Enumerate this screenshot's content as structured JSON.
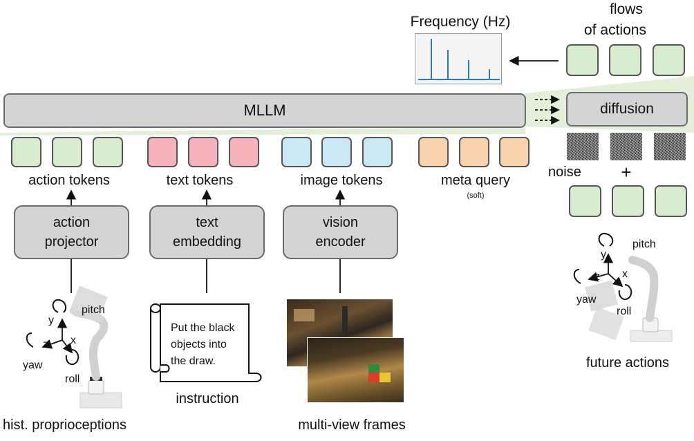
{
  "mllm": {
    "label": "MLLM"
  },
  "diffusion": {
    "label": "diffusion"
  },
  "frequency": {
    "title": "Frequency (Hz)"
  },
  "flows": {
    "line1": "flows",
    "line2": "of actions"
  },
  "tokens": {
    "action": "action tokens",
    "text": "text tokens",
    "image": "image tokens",
    "meta": "meta query",
    "meta_sub": "(soft)"
  },
  "modules": {
    "action_projector": {
      "line1": "action",
      "line2": "projector"
    },
    "text_embedding": {
      "line1": "text",
      "line2": "embedding"
    },
    "vision_encoder": {
      "line1": "vision",
      "line2": "encoder"
    }
  },
  "noise": {
    "label": "noise",
    "plus": "+"
  },
  "left_robot": {
    "pitch": "pitch",
    "yaw": "yaw",
    "roll": "roll",
    "x": "x",
    "y": "y",
    "z": "z"
  },
  "right_robot": {
    "pitch": "pitch",
    "yaw": "yaw",
    "roll": "roll",
    "x": "x",
    "y": "y",
    "z": "z"
  },
  "instruction": {
    "line1": "Put the black",
    "line2": "objects into",
    "line3": "the draw.",
    "caption": "instruction"
  },
  "captions": {
    "hist": "hist. proprioceptions",
    "frames": "multi-view frames",
    "future": "future actions"
  },
  "colors": {
    "action_token": "#d8ecd0",
    "text_token": "#f7b3bc",
    "image_token": "#cbe8f7",
    "meta_token": "#f8d3ad",
    "module_grey": "#d4d4d4",
    "spectrum_blue": "#2b7bba"
  }
}
